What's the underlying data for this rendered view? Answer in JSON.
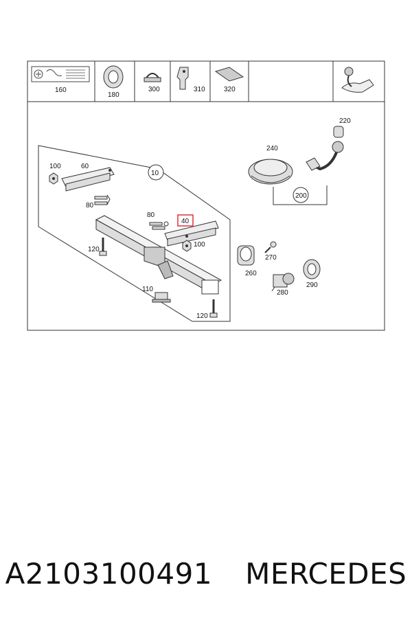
{
  "diagram": {
    "parts": {
      "p160": "160",
      "p180": "180",
      "p300": "300",
      "p310": "310",
      "p320": "320",
      "p10": "10",
      "p100a": "100",
      "p60": "60",
      "p80a": "80",
      "p80b": "80",
      "p40": "40",
      "p100b": "100",
      "p120a": "120",
      "p110": "110",
      "p120b": "120",
      "p240": "240",
      "p220": "220",
      "p200": "200",
      "p270": "270",
      "p260": "260",
      "p280": "280",
      "p290": "290"
    },
    "highlight_color": "#e0303a"
  },
  "caption": {
    "part_number": "A2103100491",
    "brand": "MERCEDES"
  }
}
